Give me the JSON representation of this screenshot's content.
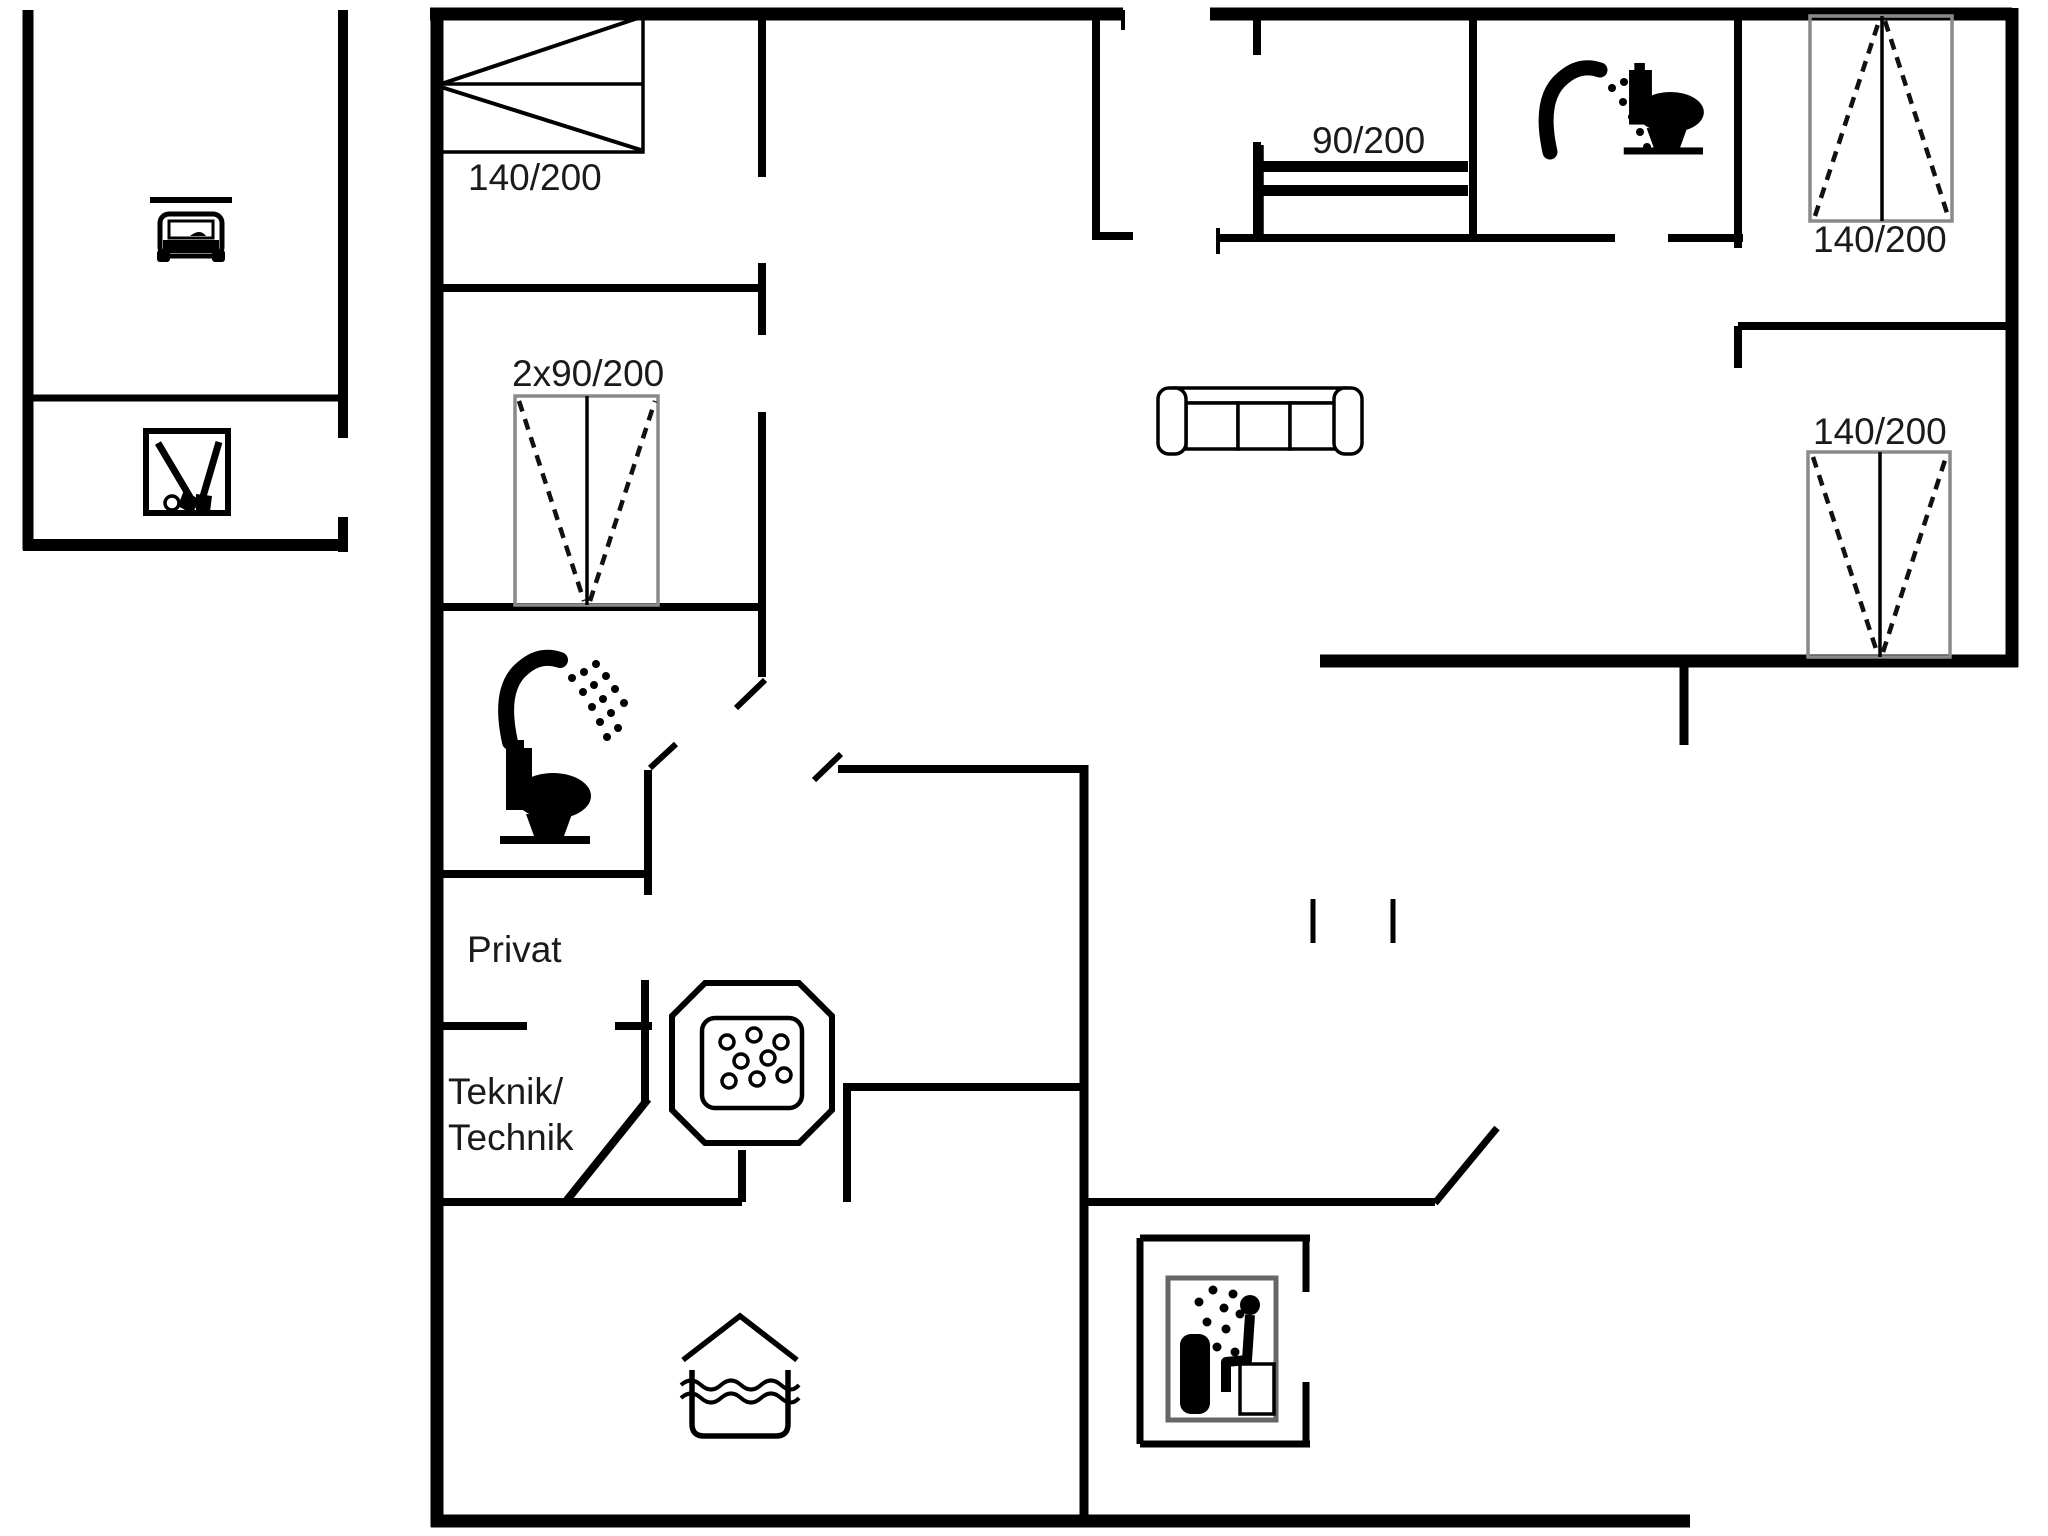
{
  "drawing": {
    "type": "floor-plan",
    "colors": {
      "wall": "#000000",
      "furniture_outline": "#8a8a8a",
      "ink": "#1a1a1a",
      "background": "#ffffff"
    },
    "labels": {
      "bed_master": "140/200",
      "wardrobe_hall": "2x90/200",
      "bed_middle": "90/200",
      "wardrobe_northeast": "140/200",
      "wardrobe_east": "140/200",
      "room_private": "Privat",
      "room_technic_line1": "Teknik/",
      "room_technic_line2": "Technik"
    },
    "icons": [
      "car-icon",
      "garden-tools-icon",
      "double-bed-icon",
      "double-wardrobe-icon",
      "shower-icon",
      "toilet-icon",
      "single-bed-icon",
      "sofa-icon",
      "hot-tub-icon",
      "water-basin-icon",
      "sauna-icon"
    ]
  }
}
